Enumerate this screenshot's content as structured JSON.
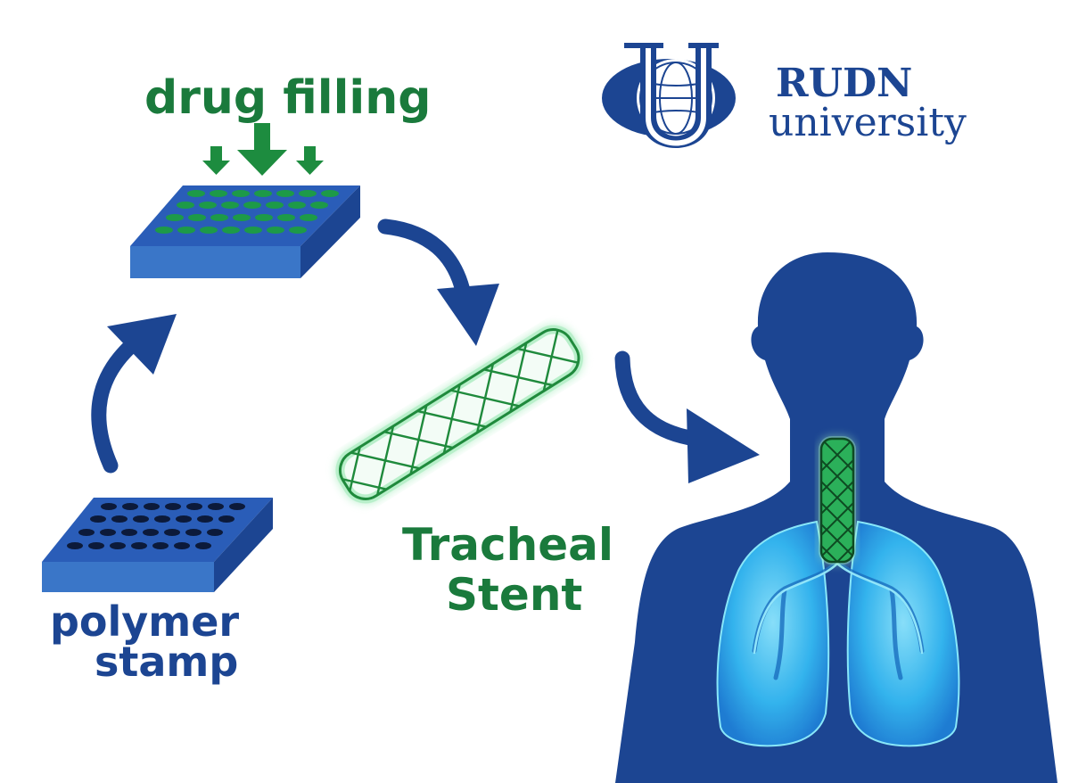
{
  "labels": {
    "drug_filling": "drug filling",
    "polymer": "polymer",
    "stamp": "stamp",
    "tracheal": "Tracheal",
    "stent": "Stent"
  },
  "logo": {
    "line1": "RUDN",
    "line2": "university",
    "emblem": "rudn-globe-emblem"
  },
  "colors": {
    "navy": "#1c4592",
    "green": "#1a7a3c",
    "block_top": "#2a5db8",
    "block_front": "#3a76c8",
    "lung": "#33b8f0"
  },
  "icons": [
    "arrow-icon",
    "stent-icon",
    "body-silhouette-icon",
    "lungs-icon"
  ]
}
